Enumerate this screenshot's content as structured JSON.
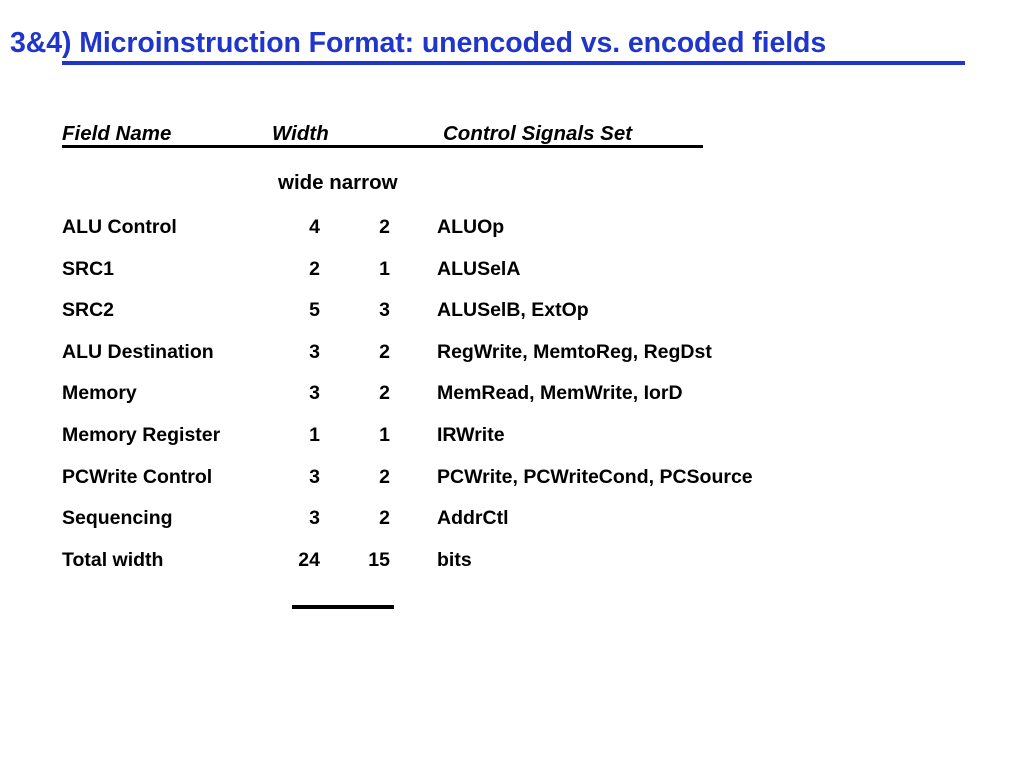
{
  "slide": {
    "title": "3&4) Microinstruction Format: unencoded vs. encoded fields",
    "title_color": "#1f35cc",
    "text_color": "#000000",
    "background_color": "#ffffff"
  },
  "table": {
    "headers": {
      "field_name": "Field Name",
      "width": "Width",
      "control_signals": "Control Signals Set"
    },
    "subheaders": {
      "combined": "wide narrow",
      "wide": "wide",
      "narrow": "narrow"
    },
    "rows": [
      {
        "field": "ALU Control",
        "wide": "4",
        "narrow": "2",
        "signals": "ALUOp"
      },
      {
        "field": "SRC1",
        "wide": "2",
        "narrow": "1",
        "signals": "ALUSelA"
      },
      {
        "field": "SRC2",
        "wide": "5",
        "narrow": "3",
        "signals": "ALUSelB, ExtOp"
      },
      {
        "field": "ALU Destination",
        "wide": "3",
        "narrow": "2",
        "signals": "RegWrite, MemtoReg, RegDst"
      },
      {
        "field": "Memory",
        "wide": "3",
        "narrow": "2",
        "signals": "MemRead, MemWrite, IorD"
      },
      {
        "field": "Memory Register",
        "wide": "1",
        "narrow": "1",
        "signals": "IRWrite"
      },
      {
        "field": "PCWrite Control",
        "wide": "3",
        "narrow": "2",
        "signals": "PCWrite, PCWriteCond, PCSource"
      },
      {
        "field": "Sequencing",
        "wide": "3",
        "narrow": "2",
        "signals": "AddrCtl"
      },
      {
        "field": "Total width",
        "wide": "24",
        "narrow": "15",
        "signals": "bits"
      }
    ]
  }
}
